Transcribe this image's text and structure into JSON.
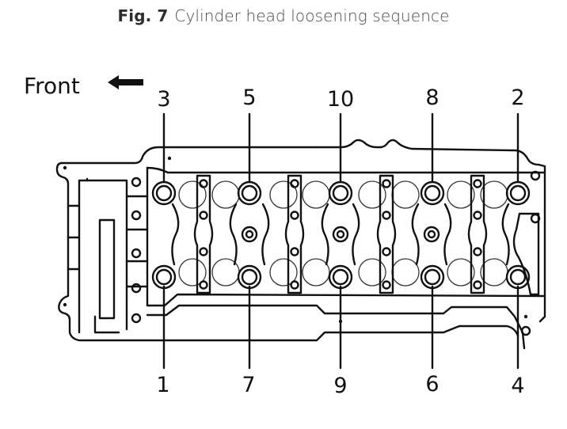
{
  "caption": {
    "figure_number": "Fig. 7",
    "title": "Cylinder head loosening sequence"
  },
  "orientation": {
    "label": "Front",
    "arrow_direction": "left",
    "icon": "arrow-left-icon"
  },
  "bolts": {
    "top_row": [
      {
        "order": "3"
      },
      {
        "order": "5"
      },
      {
        "order": "10"
      },
      {
        "order": "8"
      },
      {
        "order": "2"
      }
    ],
    "bottom_row": [
      {
        "order": "1"
      },
      {
        "order": "7"
      },
      {
        "order": "9"
      },
      {
        "order": "6"
      },
      {
        "order": "4"
      }
    ]
  }
}
